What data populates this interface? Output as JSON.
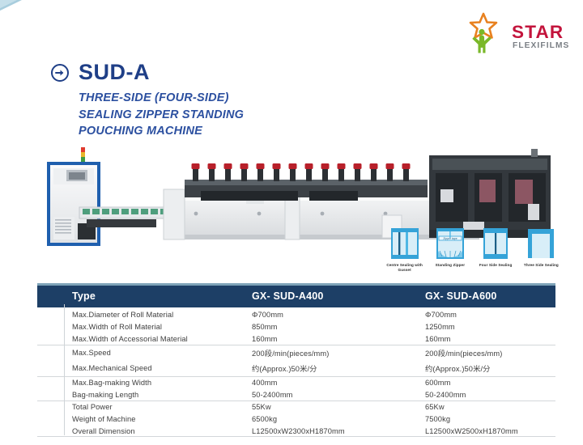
{
  "brand": {
    "name": "STAR",
    "tagline": "FLEXIFILMS",
    "star_color": "#e8811f",
    "figure_color": "#7ab829",
    "name_color": "#c3143c",
    "tagline_color": "#7a7f85"
  },
  "heading": {
    "bullet_icon": "circle-arrow-right-icon",
    "model": "SUD-A",
    "subtitle_lines": [
      "THREE-SIDE (FOUR-SIDE)",
      "SEALING ZIPPER STANDING",
      "POUCHING MACHINE"
    ],
    "model_color": "#1f3f87",
    "subtitle_color": "#2c50a0"
  },
  "machine_photo": {
    "alt": "three-side sealing zipper standing pouching machine",
    "cabinet_frame_color": "#1f5fae",
    "body_color": "#e8eaec"
  },
  "bag_types": [
    {
      "icon": "centre-sealing-gusset-bag-icon",
      "caption": "Centre Sealing with Gusset"
    },
    {
      "icon": "standing-zipper-bag-icon",
      "caption": "Standing Zipper",
      "label": "Zipper tape"
    },
    {
      "icon": "four-side-sealing-bag-icon",
      "caption": "Four Side Sealing"
    },
    {
      "icon": "three-side-sealing-bag-icon",
      "caption": "Three Side Sealing"
    }
  ],
  "spec_table": {
    "header_color": "#1d3f66",
    "columns": [
      "Type",
      "GX- SUD-A400",
      "GX- SUD-A600"
    ],
    "rows": [
      {
        "type": "Max.Diameter of Roll Material",
        "a400": "Φ700mm",
        "a600": "Φ700mm"
      },
      {
        "type": "Max.Width of Roll Material",
        "a400": "850mm",
        "a600": "1250mm"
      },
      {
        "type": "Max.Width of Accessorial Material",
        "a400": "160mm",
        "a600": "160mm"
      },
      {
        "type": "Max.Speed",
        "a400": "200段/min(pieces/mm)",
        "a600": "200段/min(pieces/mm)"
      },
      {
        "type": "Max.Mechanical Speed",
        "a400": "约(Approx.)50米/分",
        "a600": "约(Approx.)50米/分"
      },
      {
        "type": "Max.Bag-making Width",
        "a400": "400mm",
        "a600": "600mm"
      },
      {
        "type": "Bag-making Length",
        "a400": "50-2400mm",
        "a600": "50-2400mm"
      },
      {
        "type": "Total Power",
        "a400": "55Kw",
        "a600": "65Kw"
      },
      {
        "type": "Weight of Machine",
        "a400": "6500kg",
        "a600": "7500kg"
      },
      {
        "type": "Overall Dimension",
        "a400": "L12500xW2300xH1870mm",
        "a600": "L12500xW2500xH1870mm"
      }
    ],
    "group_breaks": [
      3,
      5,
      7
    ]
  }
}
